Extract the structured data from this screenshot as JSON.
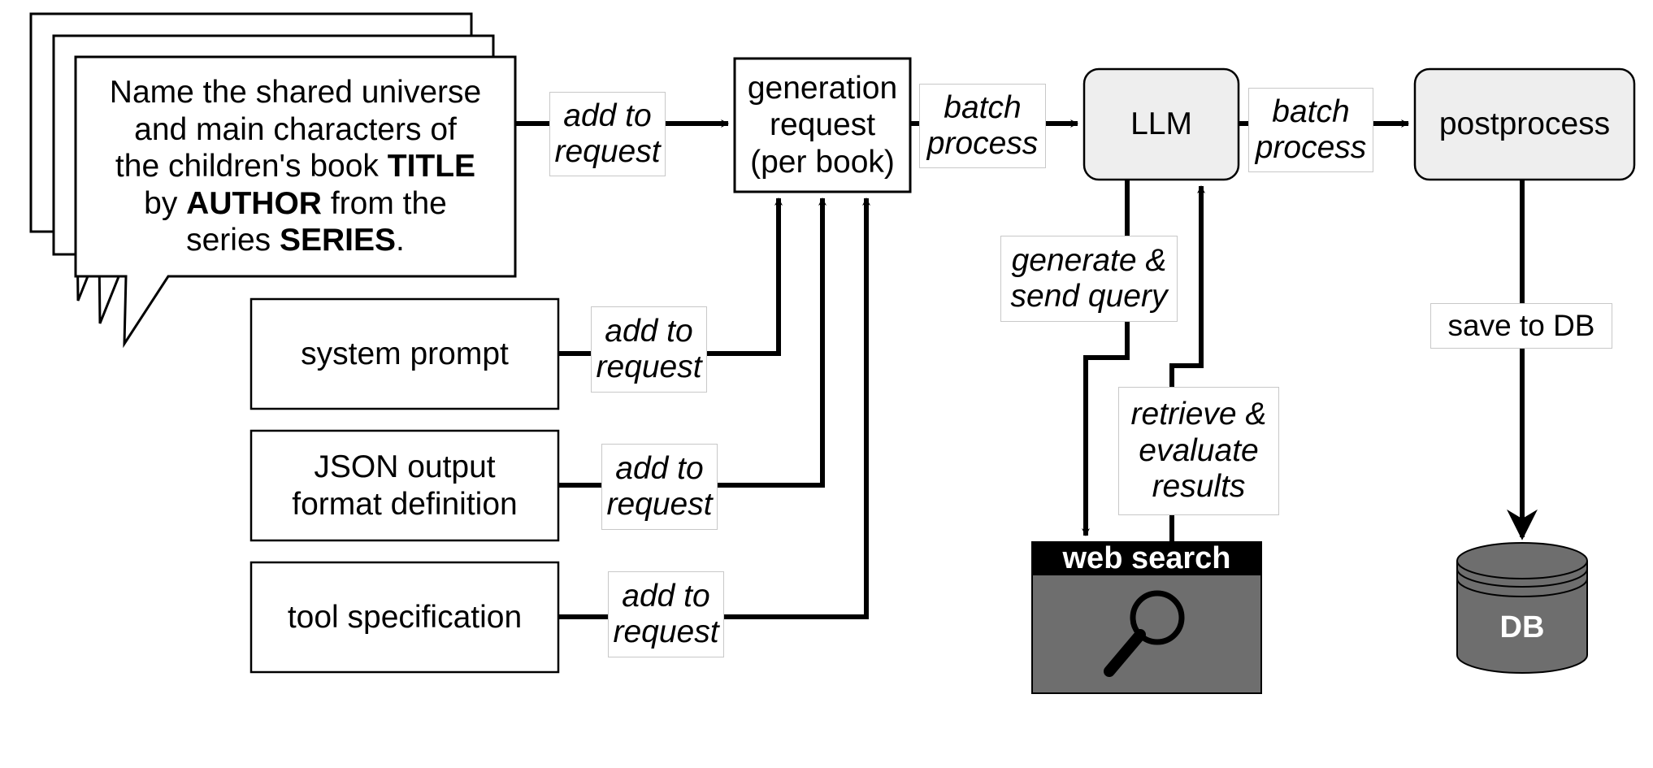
{
  "prompt_card": {
    "l1": "Name the shared universe",
    "l2": "and main characters of",
    "l3a": "the children's book ",
    "l3b": "TITLE",
    "l4a": "by ",
    "l4b": "AUTHOR",
    "l4c": " from the",
    "l5a": "series ",
    "l5b": "SERIES",
    "l5c": "."
  },
  "nodes": {
    "generation_request": [
      "generation",
      "request",
      "(per book)"
    ],
    "llm": "LLM",
    "postprocess": "postprocess",
    "system_prompt": "system prompt",
    "json_format": [
      "JSON output",
      "format definition"
    ],
    "tool_spec": "tool specification",
    "web_search": "web search",
    "db": "DB"
  },
  "edges": {
    "add_to_request": [
      "add to",
      "request"
    ],
    "batch_process": [
      "batch",
      "process"
    ],
    "generate_send_query": [
      "generate &",
      "send query"
    ],
    "retrieve_evaluate": [
      "retrieve &",
      "evaluate",
      "results"
    ],
    "save_to_db": "save to DB"
  },
  "colors": {
    "stroke": "#000000",
    "rounded_fill": "#eeeeee",
    "icon_fill": "#6e6e6e",
    "label_border": "#c8c8c8"
  }
}
